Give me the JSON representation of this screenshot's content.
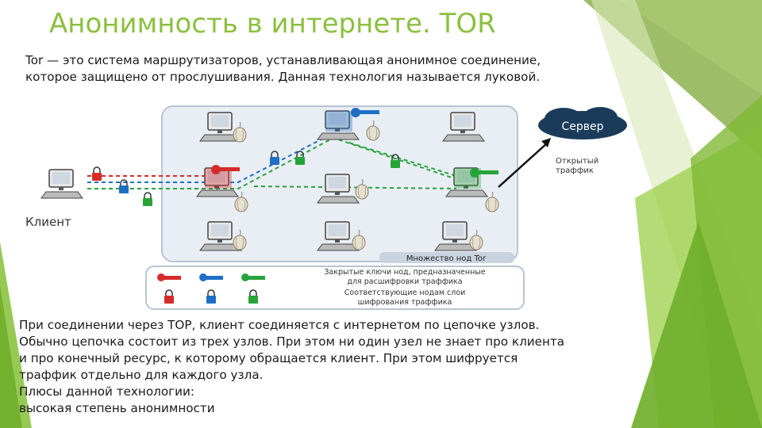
{
  "slide": {
    "title": "Анонимность в интернете. TOR",
    "intro": "Tor — это система маршрутизаторов, устанавливающая анонимное соединение, которое защищено от прослушивания. Данная технология называется луковой.",
    "body_lines": [
      "При соединении через ТОР, клиент соединяется с интернетом по цепочке узлов.",
      "Обычно цепочка состоит из трех узлов. При этом ни один узел не знает про клиента",
      "и про конечный ресурс, к которому обращается клиент. При этом шифруется",
      "траффик отдельно для каждого узла.",
      "Плюсы данной технологии:",
      "высокая степень анонимности"
    ]
  },
  "diagram": {
    "client_label": "Клиент",
    "server_label": "Сервер",
    "open_traffic_label": [
      "Открытый",
      "траффик"
    ],
    "nodes_label": "Множество нод Tor",
    "legend_keys_text": [
      "Закрытые ключи нод, предназначенные",
      "для расшифровки траффика"
    ],
    "legend_locks_text": [
      "Соответствующие нодам слои",
      "шифрования траффика"
    ],
    "colors": {
      "red": "#d62b2b",
      "blue": "#1f6fc4",
      "green": "#27a33a",
      "accent": "#8cbf3f"
    }
  }
}
